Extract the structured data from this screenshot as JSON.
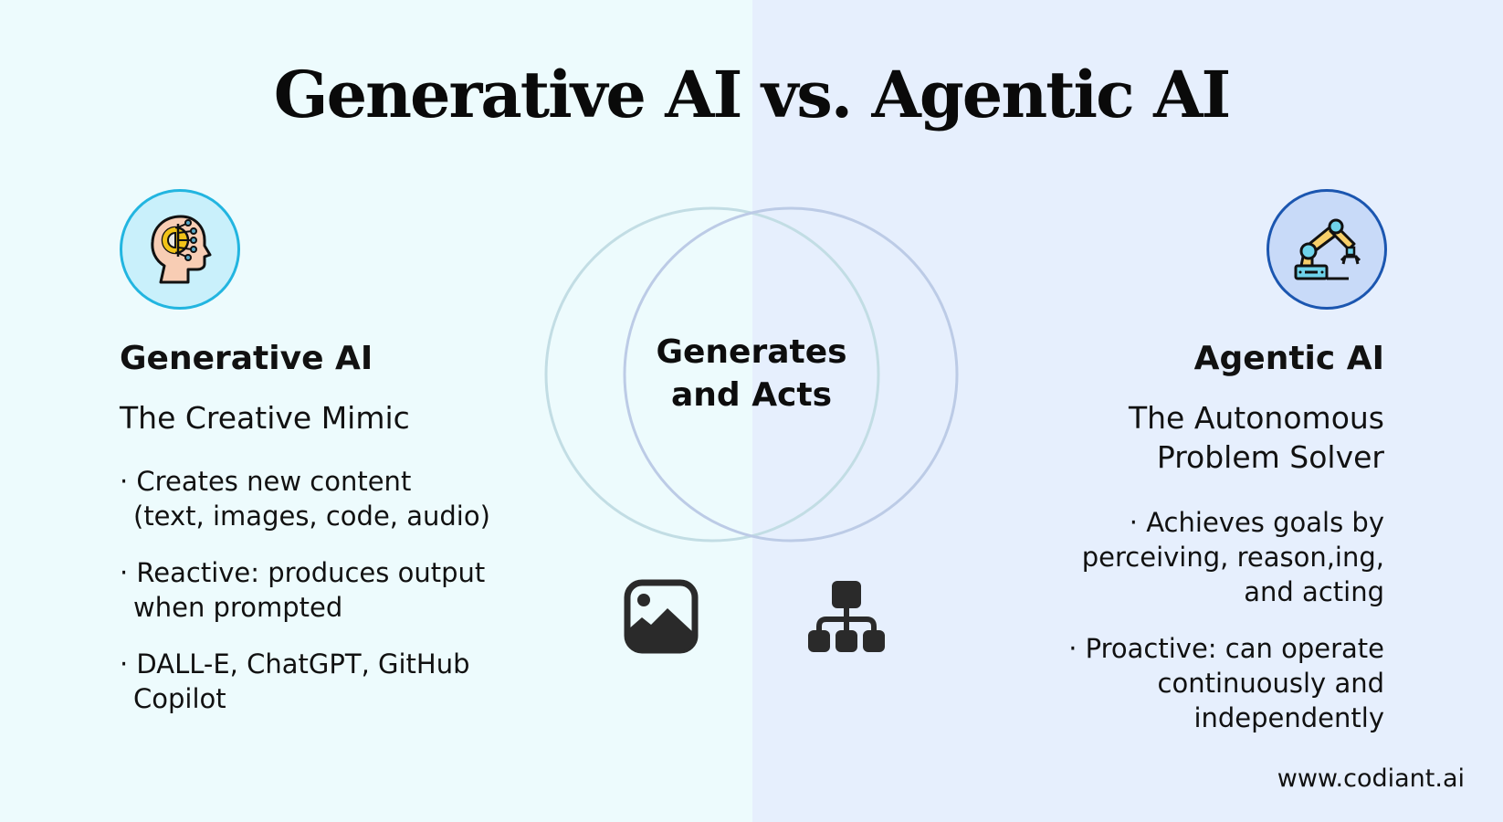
{
  "title": "Generative AI vs. Agentic AI",
  "colors": {
    "left_bg": "#edfbfd",
    "right_bg": "#e6effd",
    "left_accent": "#22b5e0",
    "right_accent": "#1b56b0",
    "icon_dark": "#2a2a2a"
  },
  "left": {
    "icon": "brain-gear-head-icon",
    "heading": "Generative AI",
    "subtitle": "The Creative Mimic",
    "bullets": [
      {
        "line1": "· Creates new content",
        "line2": "(text, images, code, audio)"
      },
      {
        "line1": "· Reactive: produces output",
        "line2": "when prompted"
      },
      {
        "line1": "· DALL-E, ChatGPT, GitHub",
        "line2": "Copilot"
      }
    ]
  },
  "center": {
    "line1": "Generates",
    "line2": "and Acts",
    "icons": [
      "image-icon",
      "hierarchy-icon"
    ]
  },
  "right": {
    "icon": "robotic-arm-icon",
    "heading": "Agentic AI",
    "subtitle_line1": "The Autonomous",
    "subtitle_line2": "Problem Solver",
    "bullets": [
      {
        "line1": "· Achieves goals by",
        "line2": "perceiving, reason,ing,",
        "line3": "and acting"
      },
      {
        "line1": "· Proactive: can operate",
        "line2": "continuously and",
        "line3": "independently"
      }
    ]
  },
  "footer": "www.codiant.ai"
}
